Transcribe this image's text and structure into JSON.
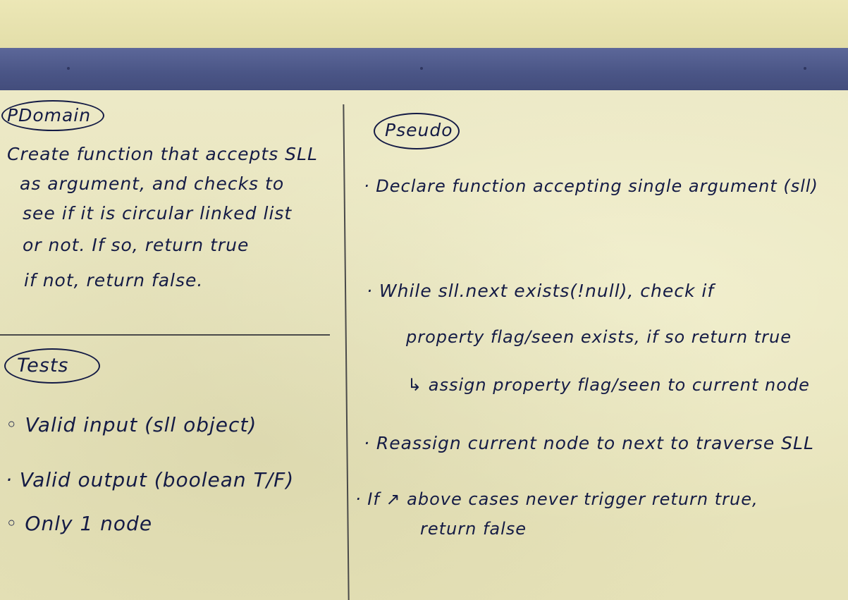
{
  "board": {
    "left": {
      "domain_title": "PDomain",
      "domain_lines": [
        "Create function that accepts SLL",
        "as argument, and checks to",
        "see if it is circular linked list",
        "or not. If so, return true",
        "if not, return false."
      ],
      "tests_title": "Tests",
      "tests_lines": [
        "◦ Valid input (sll object)",
        "· Valid output (boolean T/F)",
        "◦ Only 1 node"
      ]
    },
    "right": {
      "pseudo_title": "Pseudo",
      "lines": [
        "· Declare function accepting single argument (sll)",
        "· While   sll.next exists(!null), check if",
        "property flag/seen exists, if so return true",
        "↳ assign property flag/seen to current node",
        "· Reassign current node to next to traverse SLL",
        "· If ↗ above cases never trigger return true,",
        "return false"
      ]
    }
  }
}
